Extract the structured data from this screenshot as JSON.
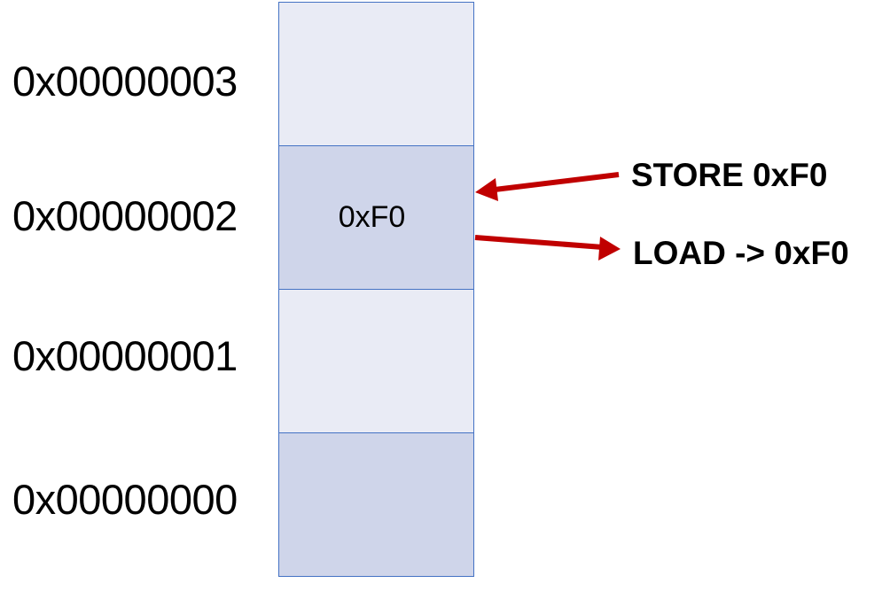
{
  "addresses": {
    "addr_3": "0x00000003",
    "addr_2": "0x00000002",
    "addr_1": "0x00000001",
    "addr_0": "0x00000000"
  },
  "memory": {
    "cell_3_value": "",
    "cell_2_value": "0xF0",
    "cell_1_value": "",
    "cell_0_value": ""
  },
  "operations": {
    "store_label": "STORE 0xF0",
    "load_label": "LOAD -> 0xF0"
  },
  "colors": {
    "cell_light": "#e9ebf5",
    "cell_dark": "#cfd5ea",
    "cell_border": "#4472c4",
    "arrow": "#c00000"
  }
}
